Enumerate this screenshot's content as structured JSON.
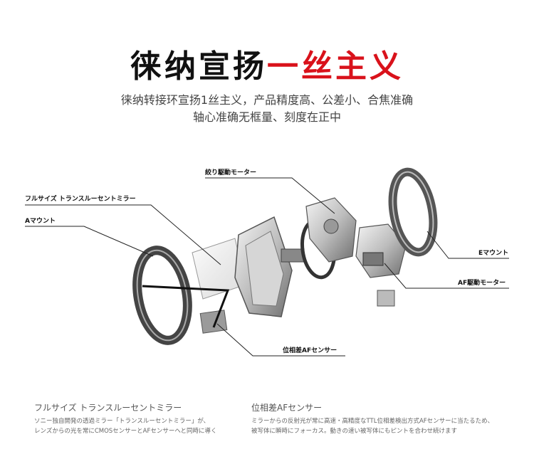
{
  "header": {
    "title_black": "徕纳宣扬",
    "title_red": "一丝主义",
    "subtitle_line1": "徕纳转接环宣扬1丝主义，产品精度高、公差小、合焦准确",
    "subtitle_line2": "轴心准确无框量、刻度在正中"
  },
  "diagram": {
    "labels": {
      "aperture_motor": "絞り駆動モーター",
      "full_size_mirror": "フルサイズ トランスルーセントミラー",
      "a_mount": "Aマウント",
      "e_mount": "Eマウント",
      "af_motor": "AF駆動モーター",
      "phase_af_sensor": "位相差AFセンサー"
    }
  },
  "descriptions": {
    "left": {
      "title": "フルサイズ トランスルーセントミラー",
      "line1": "ソニー独自開発の透過ミラー「トランスルーセントミラー」が、",
      "line2": "レンズからの光を常にCMOSセンサーとAFセンサーへと同時に導く"
    },
    "right": {
      "title": "位相差AFセンサー",
      "line1": "ミラーからの反射光が常に高速・高精度なTTL位相差検出方式AFセンサーに当たるため、",
      "line2": "被写体に瞬時にフォーカス。動きの速い被写体にもピントを合わせ続けます"
    }
  },
  "colors": {
    "accent_red": "#d9121b",
    "text_dark": "#111111"
  }
}
